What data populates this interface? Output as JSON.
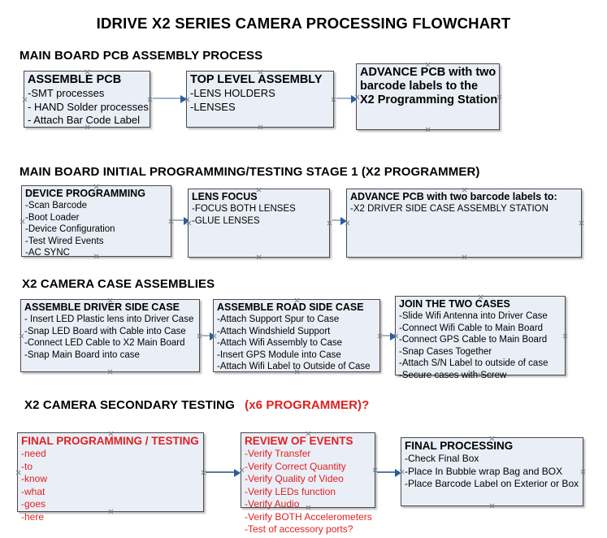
{
  "document": {
    "title": "IDRIVE X2  SERIES CAMERA PROCESSING FLOWCHART"
  },
  "theme": {
    "box_fill": "#eaeff7",
    "box_border": "#4a4a4a",
    "accent_red": "#e02020",
    "connector": "#9fb4cc",
    "arrow": "#2b5d9e",
    "text": "#000000"
  },
  "sections": [
    {
      "heading": "MAIN BOARD PCB ASSEMBLY PROCESS",
      "heading_suffix": "",
      "boxes": [
        {
          "title": "ASSEMBLE PCB",
          "lines": [
            " -SMT processes",
            "- HAND Solder processes",
            "- Attach Bar Code Label"
          ]
        },
        {
          "title": "TOP LEVEL ASSEMBLY",
          "lines": [
            "-LENS HOLDERS",
            "-LENSES"
          ]
        },
        {
          "title": "ADVANCE PCB with two",
          "lines": [
            "barcode labels to the",
            " X2 Programming Station"
          ]
        }
      ]
    },
    {
      "heading": "MAIN BOARD INITIAL PROGRAMMING/TESTING STAGE 1 (X2 PROGRAMMER)",
      "heading_suffix": "",
      "boxes": [
        {
          "title": "DEVICE PROGRAMMING",
          "lines": [
            "-Scan Barcode",
            "-Boot Loader",
            "-Device Configuration",
            "-Test Wired Events",
            "-AC SYNC"
          ]
        },
        {
          "title": "LENS FOCUS",
          "lines": [
            "-FOCUS BOTH LENSES",
            "-GLUE LENSES"
          ]
        },
        {
          "title": "ADVANCE PCB with two barcode labels to:",
          "lines": [
            "-X2 DRIVER  SIDE  CASE  ASSEMBLY STATION"
          ]
        }
      ]
    },
    {
      "heading": "X2 CAMERA CASE ASSEMBLIES",
      "heading_suffix": "",
      "boxes": [
        {
          "title": "ASSEMBLE DRIVER SIDE CASE",
          "lines": [
            "- Insert LED Plastic lens into Driver Case",
            "-Snap LED Board with Cable into Case",
            "-Connect LED Cable to X2 Main Board",
            "-Snap Main Board into case"
          ]
        },
        {
          "title": "ASSEMBLE ROAD SIDE CASE",
          "lines": [
            "-Attach Support Spur to Case",
            "-Attach Windshield Support",
            "-Attach Wifi Assembly to Case",
            "-Insert GPS Module into Case",
            "-Attach Wifi Label to Outside of Case"
          ]
        },
        {
          "title": "JOIN THE TWO CASES",
          "lines": [
            "-Slide Wifi Antenna into Driver Case",
            "-Connect Wifi Cable to Main Board",
            "-Connect GPS Cable to Main Board",
            "-Snap Cases Together",
            "-Attach S/N Label to outside of case",
            "-Secure cases with Screw"
          ]
        }
      ]
    },
    {
      "heading": "X2 CAMERA SECONDARY TESTING",
      "heading_suffix": "(x6 PROGRAMMER)?",
      "boxes": [
        {
          "title": "FINAL PROGRAMMING / TESTING",
          "lines": [
            "-need",
            "-to",
            "-know",
            "-what",
            "-goes",
            "-here"
          ]
        },
        {
          "title": "REVIEW OF EVENTS",
          "lines": [
            "-Verify Transfer",
            "-Verify Correct Quantity",
            "-Verify Quality of Video",
            "-Verify LEDs function",
            "-Verify Audio",
            "-Verify BOTH Accelerometers",
            "-Test of accessory ports?"
          ]
        },
        {
          "title": "FINAL PROCESSING",
          "lines": [
            " -Check Final Box",
            "-Place In Bubble wrap Bag and BOX",
            "-Place Barcode Label on Exterior or Box"
          ]
        }
      ]
    }
  ]
}
